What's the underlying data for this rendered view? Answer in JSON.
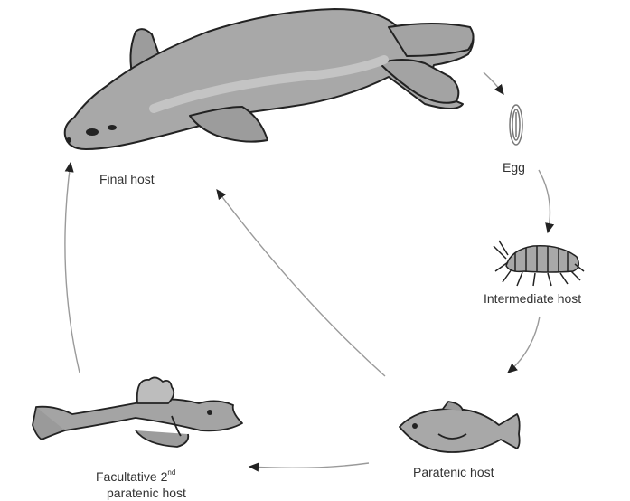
{
  "labels": {
    "final_host": "Final host",
    "egg": "Egg",
    "intermediate_host": "Intermediate host",
    "paratenic_host": "Paratenic host",
    "facultative_line1": "Facultative 2",
    "facultative_sup": "nd",
    "facultative_line2": "paratenic host"
  },
  "colors": {
    "animal_fill": "#a9a9a9",
    "animal_shade": "#8a8a8a",
    "outline": "#222222",
    "arrow": "#9a9a9a",
    "text": "#333333"
  }
}
